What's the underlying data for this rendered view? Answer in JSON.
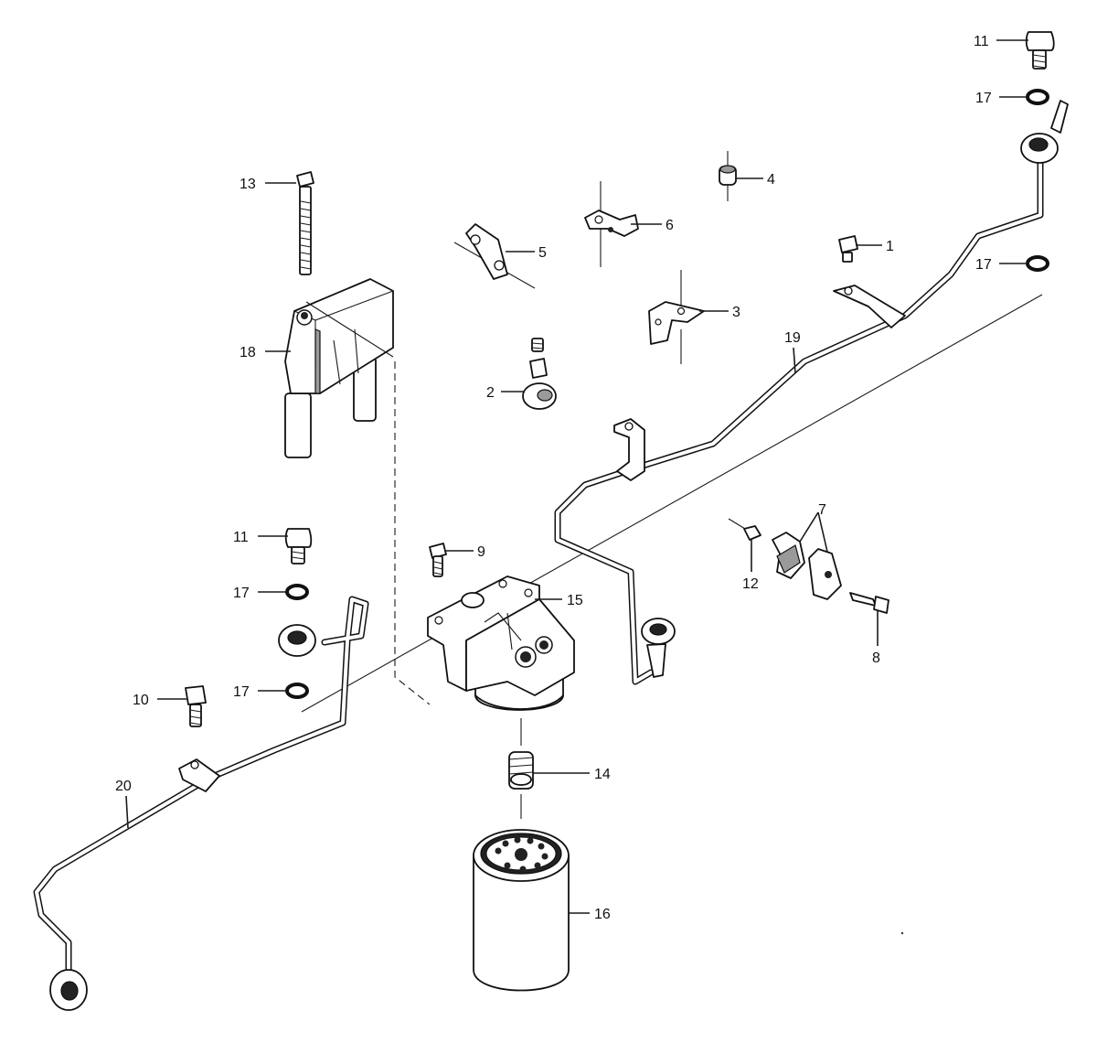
{
  "diagram": {
    "labels": {
      "p1": "1",
      "p2": "2",
      "p3": "3",
      "p4": "4",
      "p5": "5",
      "p6": "6",
      "p7": "7",
      "p8": "8",
      "p9": "9",
      "p10": "10",
      "p11a": "11",
      "p11b": "11",
      "p12": "12",
      "p13": "13",
      "p14": "14",
      "p15": "15",
      "p16": "16",
      "p17a": "17",
      "p17b": "17",
      "p17c": "17",
      "p17d": "17",
      "p18": "18",
      "p19": "19",
      "p20": "20"
    }
  }
}
